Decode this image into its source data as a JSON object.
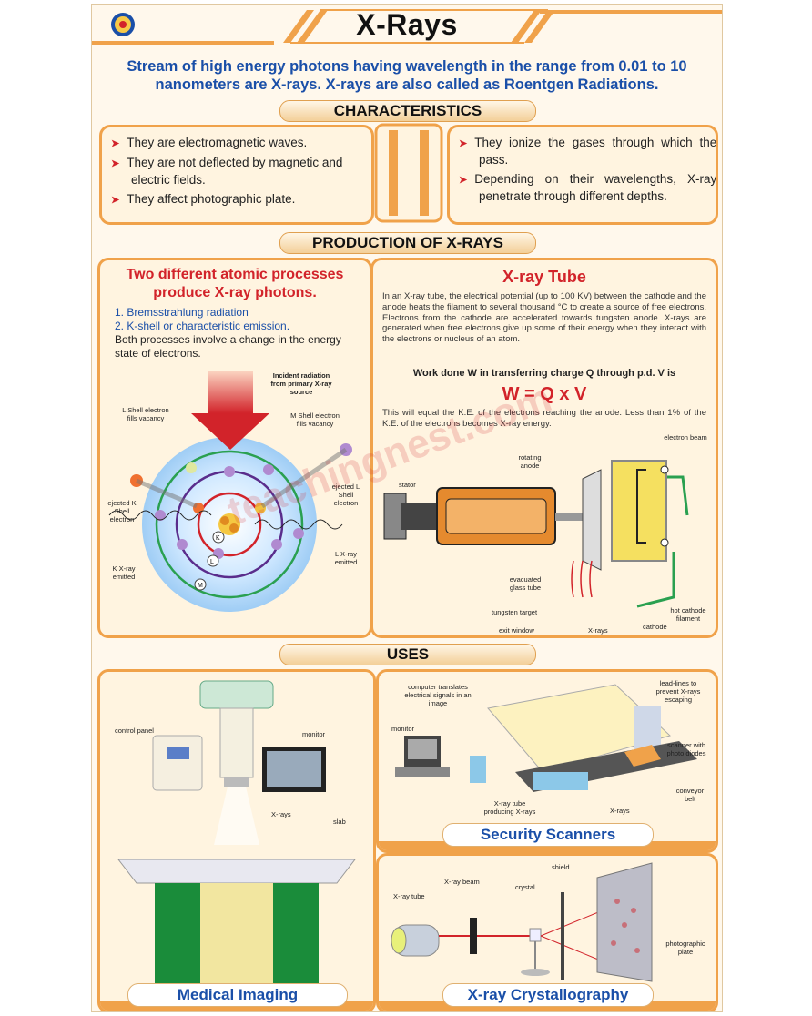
{
  "header": {
    "title": "X-Rays",
    "logo_icon": "emblem-icon"
  },
  "intro": "Stream of high energy photons having wavelength in the range from 0.01 to 10 nanometers are X-rays. X-rays are also called as Roentgen Radiations.",
  "characteristics": {
    "heading": "CHARACTERISTICS",
    "left": [
      "They are electromagnetic waves.",
      "They are not deflected by magnetic and electric fields.",
      "They affect photographic plate."
    ],
    "right": [
      "They ionize the gases through which they pass.",
      "Depending on their wavelengths, X-rays penetrate through different depths."
    ]
  },
  "production": {
    "heading": "PRODUCTION OF X-RAYS",
    "atomic": {
      "title": "Two different atomic processes produce X-ray photons.",
      "items": [
        "1. Bremsstrahlung radiation",
        "2. K-shell or characteristic emission."
      ],
      "note": "Both processes involve a change in the energy state of electrons.",
      "labels": {
        "incident": "Incident radiation from primary X-ray source",
        "l_shell": "L Shell electron fills vacancy",
        "m_shell": "M Shell electron fills vacancy",
        "ejected_l": "ejected L Shell electron",
        "ejected_k": "ejected K Shell electron",
        "k_xray": "K X-ray emitted",
        "l_xray": "L X-ray emitted",
        "k": "K",
        "l": "L",
        "m": "M"
      }
    },
    "tube": {
      "title": "X-ray Tube",
      "text": "In an X-ray tube, the electrical potential (up to 100 KV) between the cathode and the anode heats the filament to several thousand °C to create a source of free electrons. Electrons from the cathode are accelerated towards tungsten anode. X-rays are generated when free electrons give up some of their energy when they interact with the electrons or nucleus of an atom.",
      "work": "Work done W in transferring charge Q through p.d. V is",
      "formula": "W = Q x V",
      "text2": "This will equal the K.E. of the electrons reaching the anode. Less than 1% of the K.E. of the electrons becomes X-ray energy.",
      "labels": {
        "stator": "stator",
        "rotating_anode": "rotating anode",
        "electron_beam": "electron beam",
        "evacuated": "evacuated glass tube",
        "tungsten": "tungsten target",
        "exit": "exit window",
        "xrays": "X-rays",
        "cathode": "cathode",
        "hot": "hot cathode filament"
      }
    }
  },
  "uses": {
    "heading": "USES",
    "medical": {
      "title": "Medical Imaging",
      "labels": {
        "control": "control panel",
        "monitor": "monitor",
        "xrays": "X-rays",
        "slab": "slab"
      }
    },
    "security": {
      "title": "Security Scanners",
      "labels": {
        "computer": "computer translates electrical signals in an image",
        "lead": "lead-lines to prevent X-rays escaping",
        "monitor": "monitor",
        "scanner": "scanner with photo diodes",
        "tube": "X-ray tube producing X-rays",
        "xrays": "X-rays",
        "belt": "conveyor belt"
      }
    },
    "crystal": {
      "title": "X-ray Crystallography",
      "labels": {
        "tube": "X-ray tube",
        "beam": "X-ray beam",
        "crystal": "crystal",
        "shield": "shield",
        "plate": "photographic plate"
      }
    }
  },
  "watermark": "teachingnest.com",
  "colors": {
    "orange": "#f0a24a",
    "red": "#d2232a",
    "blue": "#1a4fa8"
  }
}
